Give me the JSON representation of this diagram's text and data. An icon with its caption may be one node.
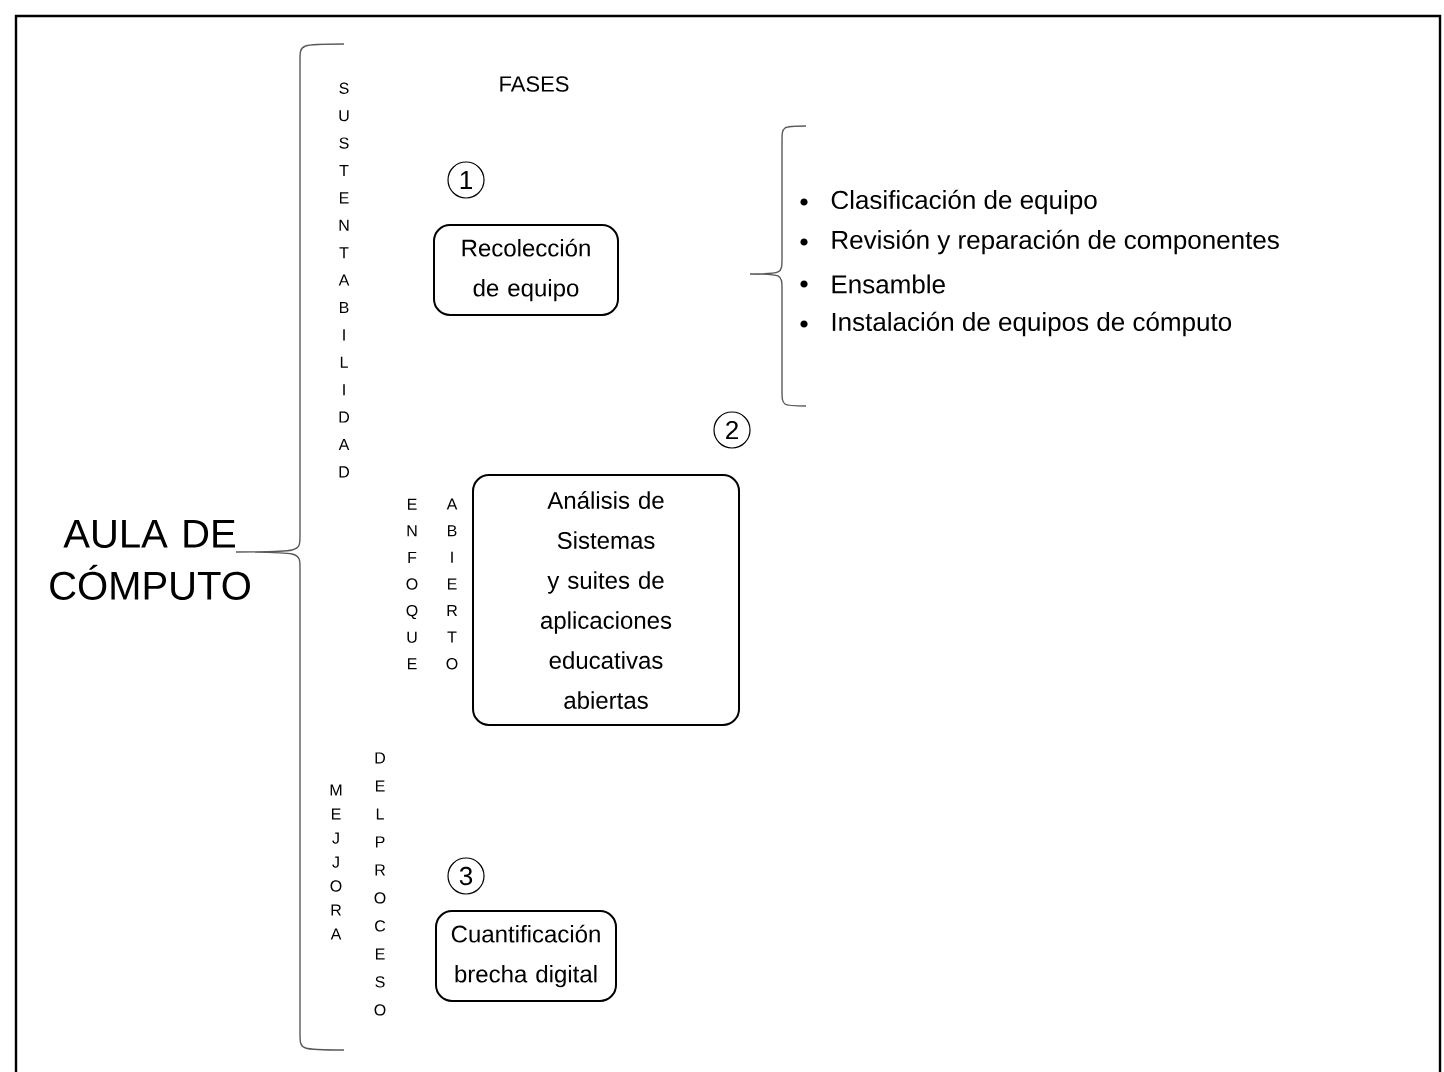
{
  "diagram": {
    "nodes": [
      {
        "text": [
          "1"
        ]
      },
      {
        "text": [
          "Recolección de equipo"
        ]
      },
      {
        "text": [
          "2"
        ]
      },
      {
        "text": [
          "Análisis de Sistemas y suites de aplicaciones educativas abiertas"
        ]
      },
      {
        "text": [
          "3"
        ]
      },
      {
        "text": [
          "Cuantificación brecha digital"
        ]
      }
    ],
    "labels": [
      "AULA DE CÓMPUTO",
      "SUSTENTABILIDAD",
      "FASES",
      "Clasificación de equipo",
      "Revisión y reparación de componentes",
      "Ensamble",
      "Instalación de equipos de cómputo",
      "ENFOQUE",
      "ABIERTO",
      "DEL PROCESO",
      "MEJJORA"
    ]
  }
}
